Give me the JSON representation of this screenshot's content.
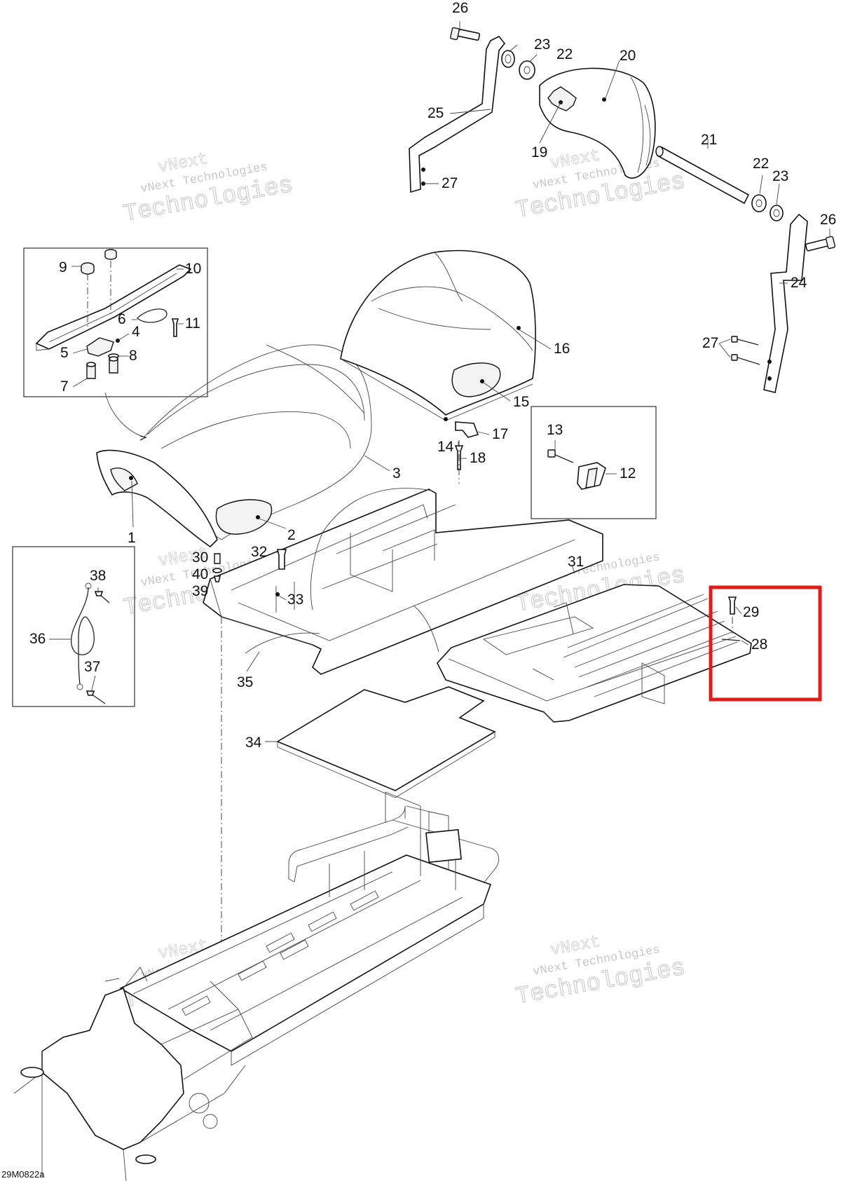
{
  "drawing_code": "29M0822a",
  "watermark": {
    "vnext": "vNext",
    "line": "vNext Technologies",
    "big": "Technologies"
  },
  "colors": {
    "highlight": "#e01b1b",
    "line": "#111111",
    "watermark": "#b8b8b8"
  },
  "parts": [
    "1",
    "2",
    "3",
    "4",
    "5",
    "6",
    "7",
    "8",
    "9",
    "10",
    "11",
    "12",
    "13",
    "14",
    "15",
    "16",
    "17",
    "18",
    "19",
    "20",
    "21",
    "22",
    "23",
    "24",
    "25",
    "26",
    "27",
    "28",
    "29",
    "30",
    "31",
    "32",
    "33",
    "34",
    "35",
    "36",
    "37",
    "38",
    "39",
    "40"
  ],
  "labels": {
    "p26a": "26",
    "p23a": "23",
    "p22a": "22",
    "p20": "20",
    "p25": "25",
    "p27a": "27",
    "p19": "19",
    "p21": "21",
    "p22b": "22",
    "p23b": "23",
    "p26b": "26",
    "p24": "24",
    "p27b": "27",
    "p9": "9",
    "p10": "10",
    "p6": "6",
    "p11": "11",
    "p4": "4",
    "p5": "5",
    "p8": "8",
    "p7": "7",
    "p16": "16",
    "p15": "15",
    "p17": "17",
    "p14": "14",
    "p18": "18",
    "p13": "13",
    "p12": "12",
    "p3": "3",
    "p1": "1",
    "p2": "2",
    "p32": "32",
    "p30": "30",
    "p40": "40",
    "p39": "39",
    "p33": "33",
    "p31": "31",
    "p29": "29",
    "p28": "28",
    "p38": "38",
    "p36": "36",
    "p37": "37",
    "p35": "35",
    "p34": "34"
  },
  "highlighted_parts": [
    "28",
    "29"
  ]
}
